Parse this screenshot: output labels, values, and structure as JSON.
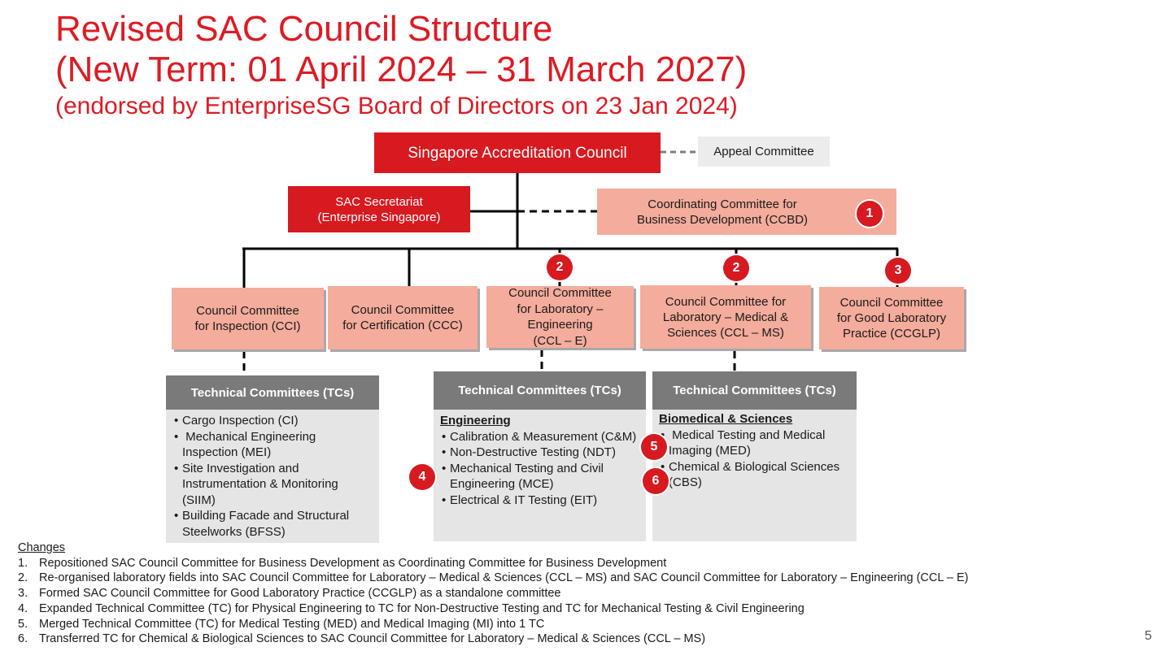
{
  "title": {
    "line1": "Revised SAC Council Structure",
    "line2": "(New Term: 01 April 2024 – 31 March 2027)",
    "line3": "(endorsed by EnterpriseSG Board of Directors on 23 Jan 2024)"
  },
  "council": "Singapore Accreditation Council",
  "appeal": "Appeal Committee",
  "secretariat": {
    "line1": "SAC Secretariat",
    "line2": "(Enterprise Singapore)"
  },
  "ccbd": {
    "line1": "Coordinating Committee for",
    "line2": "Business Development (CCBD)"
  },
  "committees": [
    {
      "lines": [
        "Council Committee",
        "for Inspection (CCI)"
      ]
    },
    {
      "lines": [
        "Council Committee",
        "for Certification (CCC)"
      ]
    },
    {
      "lines": [
        "Council Committee",
        "for Laboratory –",
        "Engineering",
        "(CCL – E)"
      ]
    },
    {
      "lines": [
        "Council Committee for",
        "Laboratory – Medical &",
        "Sciences (CCL – MS)"
      ]
    },
    {
      "lines": [
        "Council Committee",
        "for Good Laboratory",
        "Practice (CCGLP)"
      ]
    }
  ],
  "badges": [
    "1",
    "2",
    "2",
    "3",
    "4",
    "5",
    "6"
  ],
  "tc": {
    "heading": "Technical Committees (TCs)",
    "inspection": [
      "Cargo Inspection (CI)",
      " Mechanical Engineering Inspection (MEI)",
      "Site Investigation and Instrumentation & Monitoring (SIIM)",
      "Building Facade and Structural Steelworks (BFSS)"
    ],
    "engineering": {
      "section": "Engineering",
      "items": [
        "Calibration & Measurement (C&M)",
        "Non-Destructive Testing (NDT)",
        "Mechanical Testing and Civil Engineering (MCE)",
        "Electrical & IT Testing (EIT)"
      ]
    },
    "medical": {
      "section": "Biomedical & Sciences",
      "items": [
        " Medical Testing and Medical Imaging (MED)",
        "Chemical & Biological Sciences (CBS)"
      ]
    }
  },
  "changes": {
    "heading": "Changes",
    "items": [
      "Repositioned SAC Council Committee for Business Development as Coordinating Committee for Business Development",
      "Re-organised laboratory fields into SAC Council Committee for Laboratory – Medical & Sciences (CCL – MS) and SAC Council Committee for Laboratory – Engineering (CCL – E)",
      "Formed SAC Council Committee for Good Laboratory Practice (CCGLP) as a standalone committee",
      "Expanded Technical Committee (TC) for Physical Engineering to TC for Non-Destructive Testing and TC for Mechanical Testing & Civil Engineering",
      "Merged Technical Committee (TC) for Medical Testing (MED) and Medical Imaging (MI) into 1 TC",
      "Transferred TC for Chemical & Biological Sciences to SAC Council Committee for Laboratory – Medical & Sciences (CCL – MS)"
    ]
  },
  "page_number": "5"
}
